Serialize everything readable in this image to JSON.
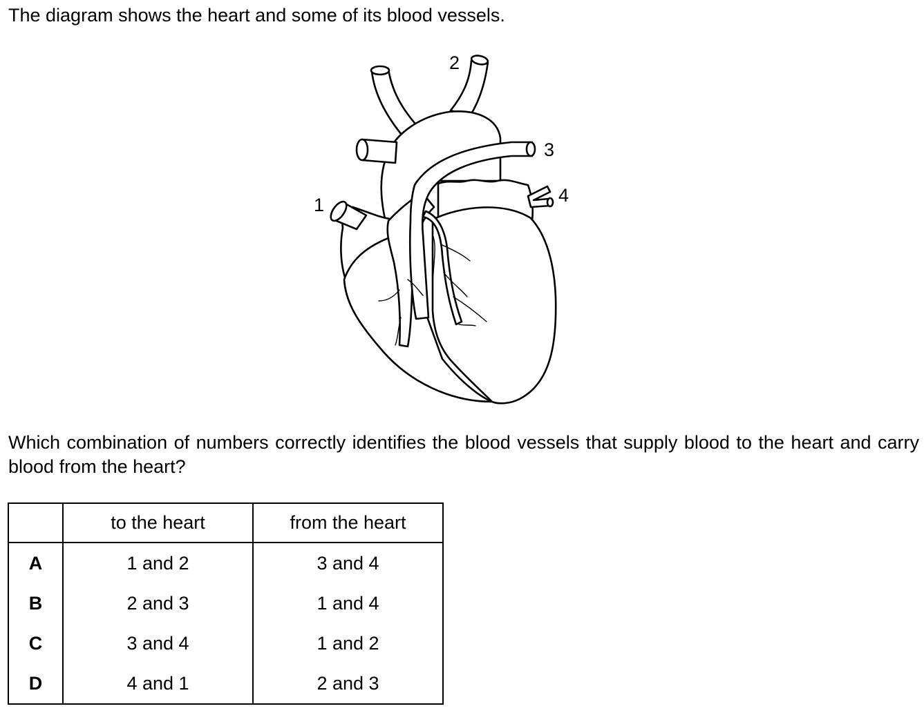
{
  "intro_text": "The diagram shows the heart and some of its blood vessels.",
  "diagram": {
    "labels": [
      "1",
      "2",
      "3",
      "4"
    ]
  },
  "question_text": "Which combination of numbers correctly identifies the blood vessels that supply blood to the heart and carry blood from the heart?",
  "table": {
    "headers": [
      "",
      "to the heart",
      "from the heart"
    ],
    "rows": [
      {
        "option": "A",
        "to": "1 and 2",
        "from": "3 and 4"
      },
      {
        "option": "B",
        "to": "2 and 3",
        "from": "1 and 4"
      },
      {
        "option": "C",
        "to": "3 and 4",
        "from": "1 and 2"
      },
      {
        "option": "D",
        "to": "4 and 1",
        "from": "2 and 3"
      }
    ]
  }
}
